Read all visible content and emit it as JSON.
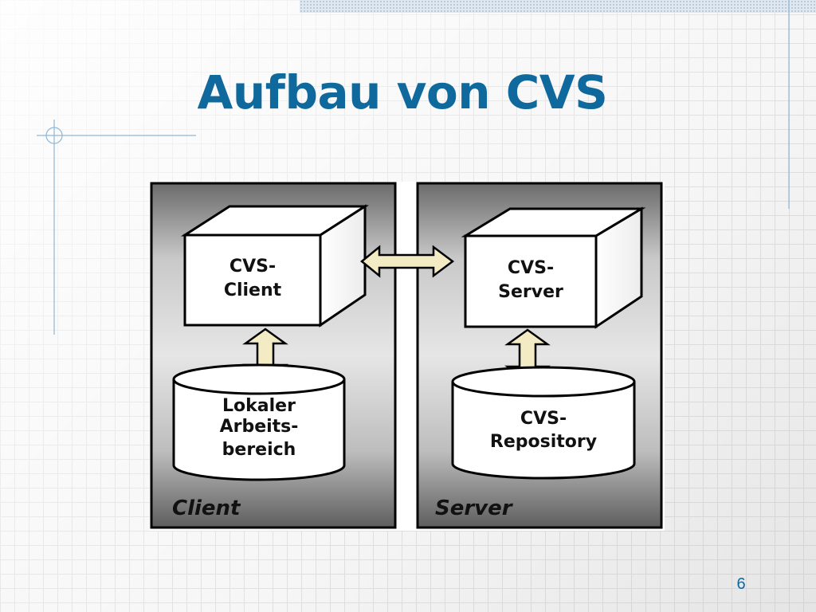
{
  "slide": {
    "title": "Aufbau von CVS",
    "page_number": "6"
  },
  "diagram": {
    "client_panel": {
      "label": "Client",
      "box": [
        "CVS-",
        "Client"
      ],
      "cylinder": [
        "Lokaler",
        "Arbeits-",
        "bereich"
      ]
    },
    "server_panel": {
      "label": "Server",
      "box": [
        "CVS-",
        "Server"
      ],
      "cylinder": [
        "CVS-",
        "Repository"
      ]
    }
  },
  "colors": {
    "title": "#10699c",
    "arrow_fill": "#f3ebc4",
    "panel_top": "#ffffff",
    "panel_bottom": "#6a6a6a",
    "accent_line": "#8fb7d6"
  }
}
